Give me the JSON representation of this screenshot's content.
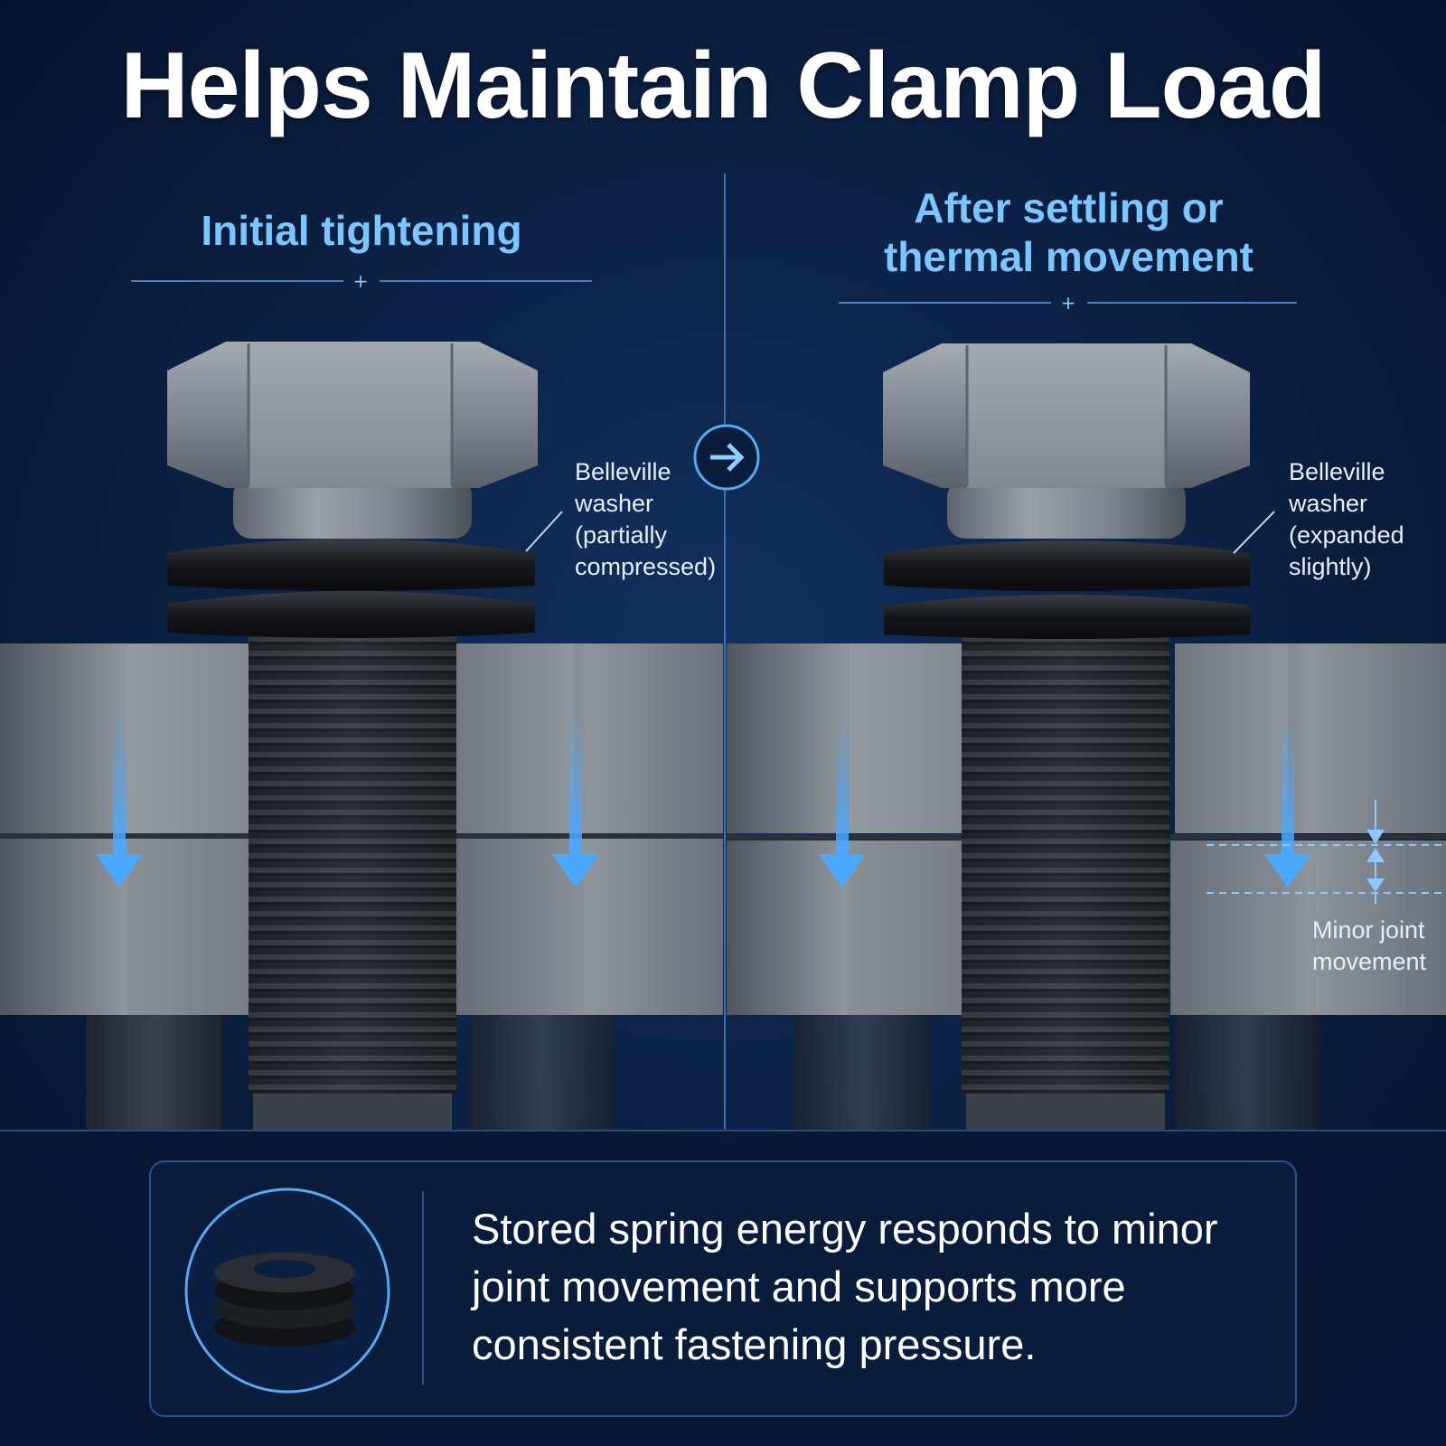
{
  "headline": "Helps Maintain Clamp Load",
  "panels": {
    "left": {
      "title": "Initial tightening",
      "callout": [
        "Belleville",
        "washer",
        "(partially",
        "compressed)"
      ]
    },
    "right": {
      "title": [
        "After settling or",
        "thermal movement"
      ],
      "callout": [
        "Belleville",
        "washer",
        "(expanded",
        "slightly)"
      ],
      "movement_label": [
        "Minor joint",
        "movement"
      ]
    }
  },
  "summary": [
    "Stored spring energy responds to minor",
    "joint movement and supports more",
    "consistent fastening pressure."
  ],
  "icons": [
    "arrow-right-icon",
    "washer-stack-icon",
    "clamp-arrow-icon",
    "dimension-arrow-icon"
  ],
  "colors": {
    "background": "#07142b",
    "accent": "#7cc6ff",
    "arrow": "#4aa8ff",
    "steel": "#8a929c",
    "washer": "#1a1c20"
  }
}
